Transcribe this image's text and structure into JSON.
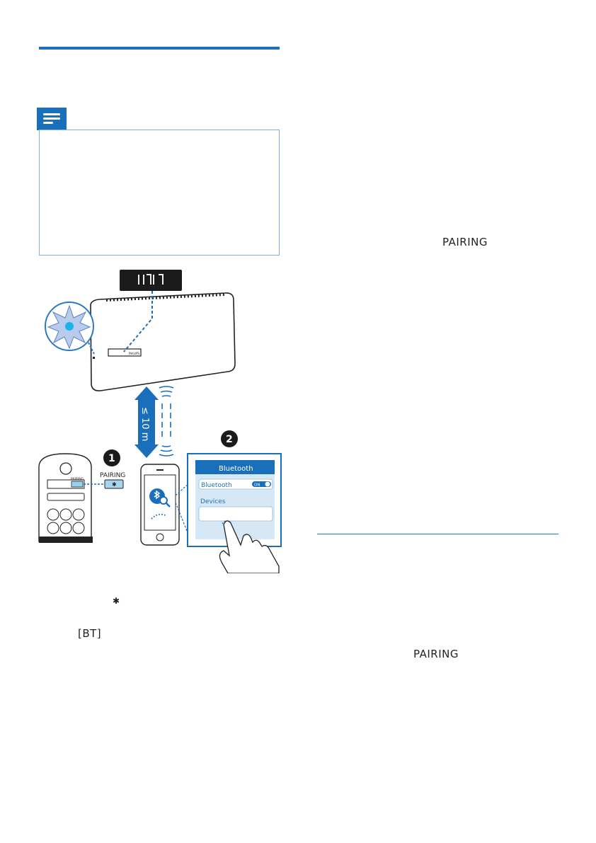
{
  "texts": {
    "pairing_right_1": "PAIRING",
    "pairing_right_2": "PAIRING",
    "bt_key": "[BT]",
    "bt_symbol": "✱"
  },
  "illustration": {
    "remote_label": "PAIRING",
    "step_1": "1",
    "step_2": "2",
    "distance": "≤ 10 m",
    "screen_title": "Bluetooth",
    "screen_setting": "Bluetooth",
    "screen_toggle": "ON",
    "screen_devices": "Devices",
    "device_brand": "PHILIPS"
  },
  "colors": {
    "accent": "#1a6fba",
    "light_blue": "#7fb2dd",
    "screen_bg": "#d6e8f6"
  }
}
